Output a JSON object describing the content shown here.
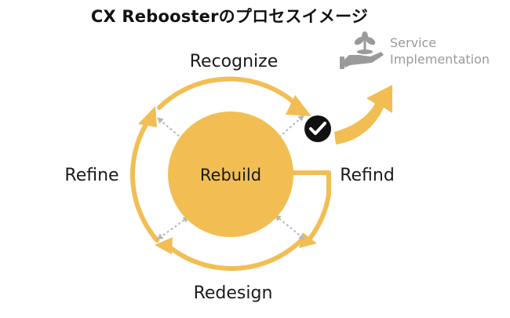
{
  "title": "CX Reboosterのプロセスイメージ",
  "center": {
    "label": "Rebuild"
  },
  "phases": {
    "recognize": "Recognize",
    "refind": "Refind",
    "redesign": "Redesign",
    "refine": "Refine"
  },
  "service": {
    "line1": "Service",
    "line2": "Implementation",
    "icon": "hand-plant-icon"
  },
  "colors": {
    "accent": "#F2BE54",
    "accent_dark": "#E9B044",
    "check_badge": "#111111",
    "connector": "#b8b8b8"
  }
}
